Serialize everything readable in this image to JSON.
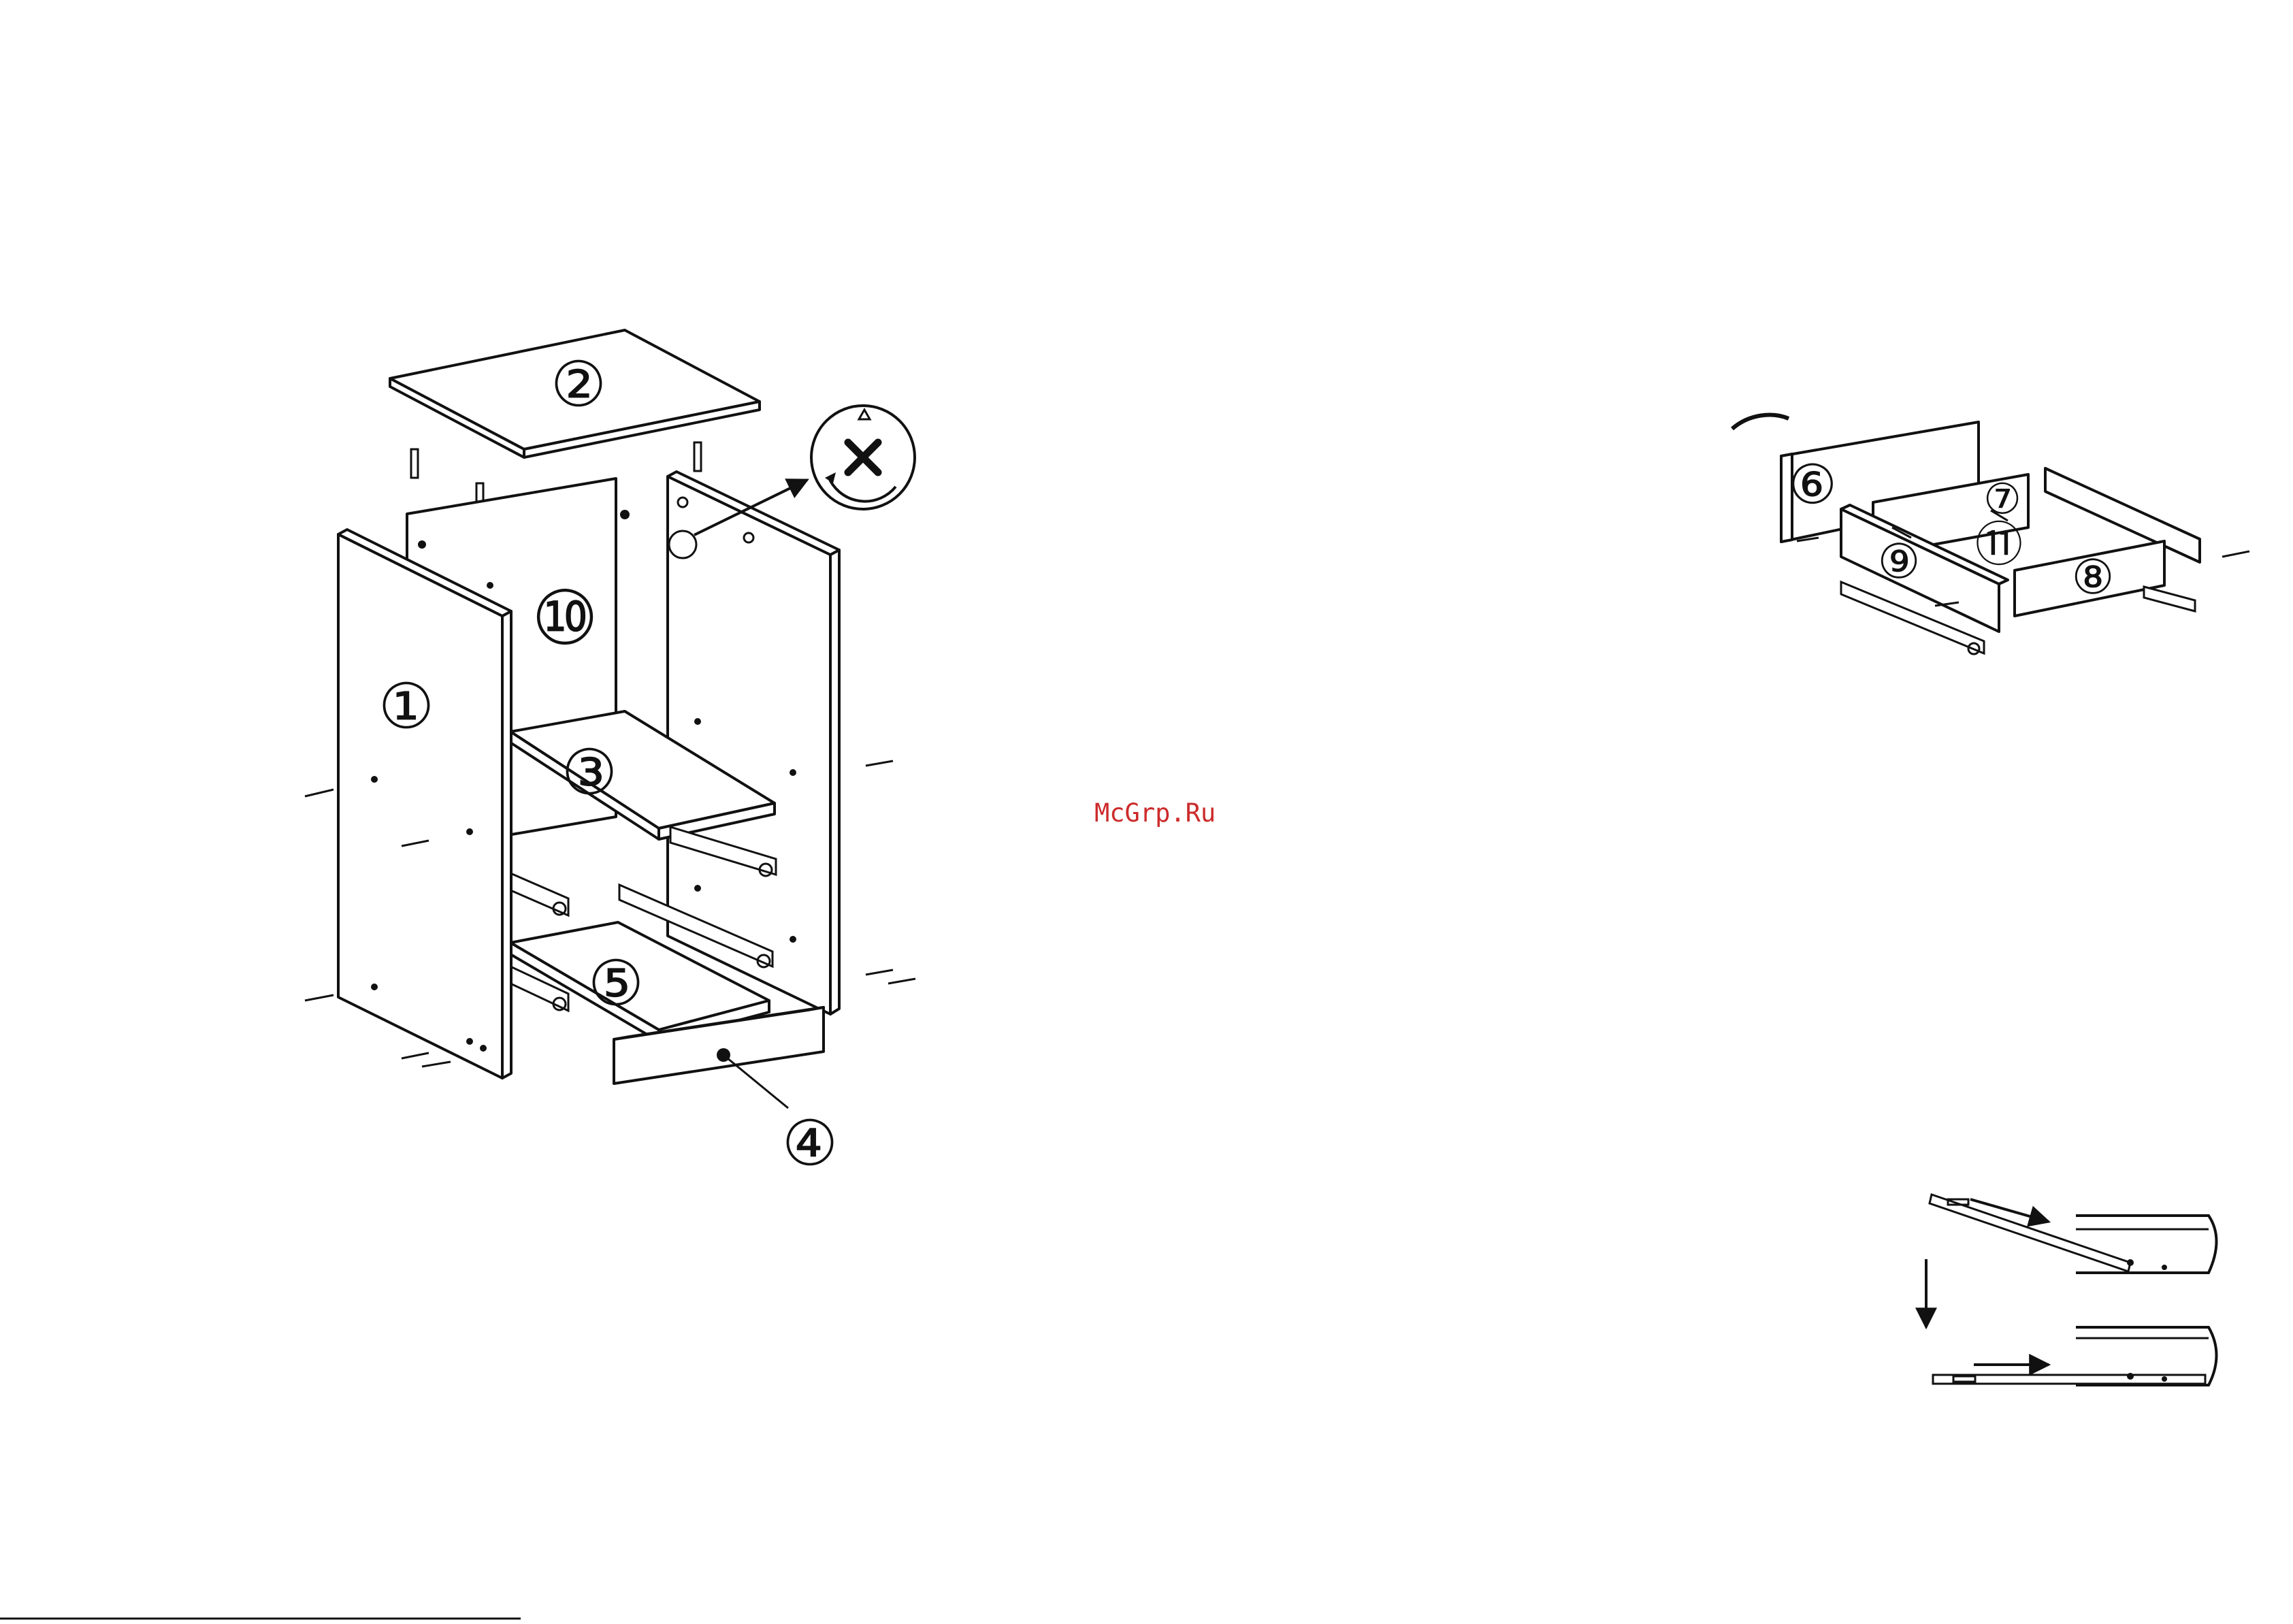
{
  "watermark": "McGrp.Ru",
  "cabinet_labels": {
    "side_left": "①",
    "top": "②",
    "shelf": "③",
    "drawer_front": "④",
    "bottom": "⑤",
    "back": "⑩"
  },
  "drawer_labels": {
    "front": "⑥",
    "back": "⑦",
    "side_right": "⑧",
    "side_left": "⑨",
    "bottom": "⑪"
  },
  "icons": {
    "detail_callout": "cam-lock-rotate-icon",
    "handle": "handle-icon",
    "rail_steps": "arrow-right-icon"
  }
}
